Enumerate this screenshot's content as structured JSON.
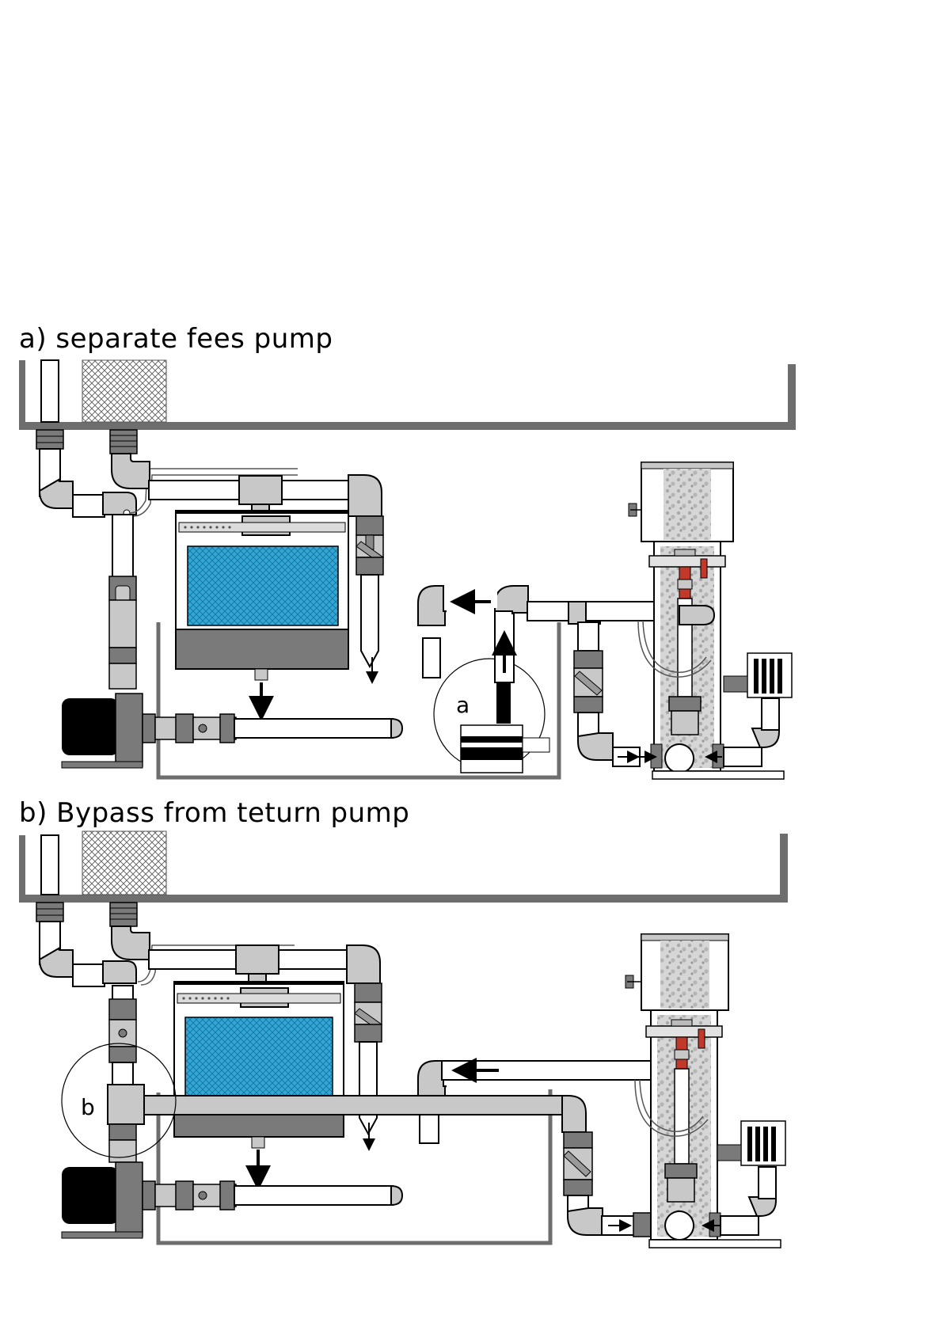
{
  "figure": {
    "panel_a": {
      "caption": "a) separate fees pump",
      "callout_label": "a"
    },
    "panel_b": {
      "caption": "b) Bypass from teturn pump",
      "callout_label": "b"
    }
  },
  "colors": {
    "pipe": "#ffffff",
    "fitting": "#c8c8c8",
    "dark_fitting": "#7a7a7a",
    "tank_wall": "#6e6e6e",
    "media": "#2fa8d8",
    "pump": "#000000",
    "foam": "#bdbdbd",
    "valve_accent": "#c0392b"
  }
}
